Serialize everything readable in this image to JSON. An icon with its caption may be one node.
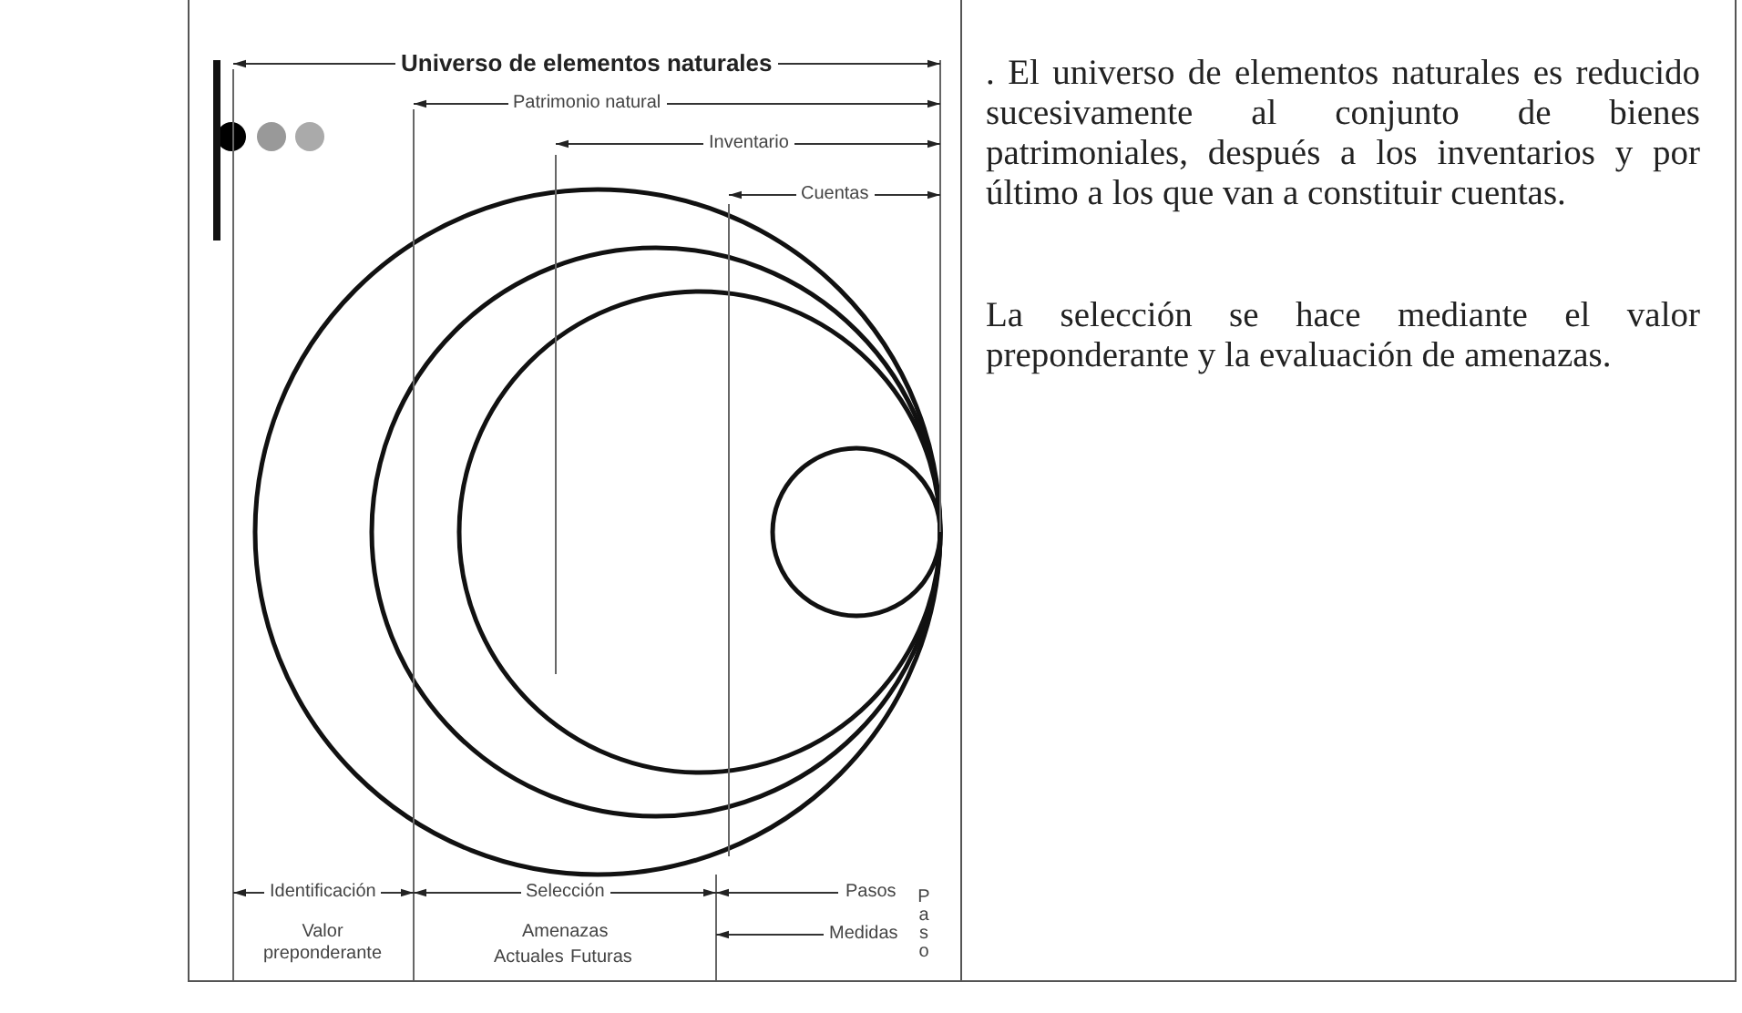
{
  "diagram": {
    "labels": [
      "Universo de elementos naturales",
      "Patrimonio natural",
      "Inventario",
      "Cuentas",
      "Identificación",
      "Selección",
      "Pasos",
      "Valor preponderante",
      "Amenazas",
      "Actuales",
      "Futuras",
      "Medidas",
      "Paso",
      ". El universo de elementos naturales es reducido sucesivamente al conjunto de bienes patrimoniales, después a los inventarios y por último a los que van a constituir cuentas.",
      "La selección se hace mediante el valor preponderante y la evaluación de amenazas."
    ]
  }
}
